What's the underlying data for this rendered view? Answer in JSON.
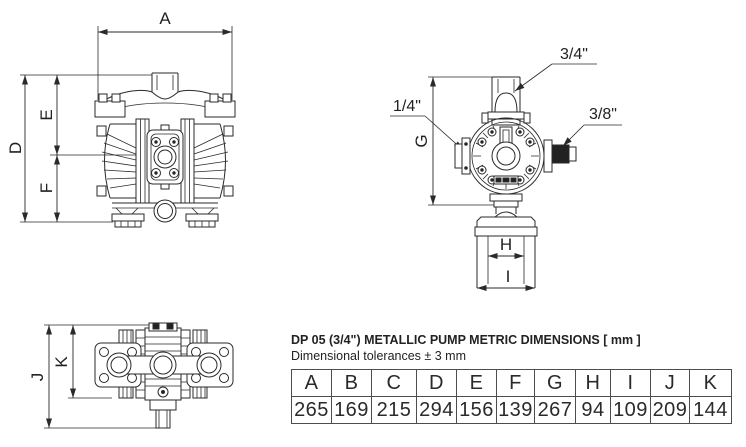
{
  "colors": {
    "line": "#2a2a2a",
    "text": "#222222",
    "background": "#ffffff"
  },
  "front_view": {
    "dim_width": "A",
    "dim_overall_height": "D",
    "dim_upper_height": "E",
    "dim_lower_height": "F"
  },
  "side_view": {
    "dim_height": "G",
    "dim_base_inner": "H",
    "dim_base_outer": "I",
    "port_top": "3/4\"",
    "port_left": "1/4\"",
    "port_right": "3/8\""
  },
  "top_view": {
    "dim_overall_length": "J",
    "dim_body_length": "K"
  },
  "spec": {
    "title": "DP 05 (3/4\") METALLIC PUMP METRIC DIMENSIONS [ mm ]",
    "tolerance_note": "Dimensional tolerances ± 3 mm",
    "table": {
      "headers": [
        "A",
        "B",
        "C",
        "D",
        "E",
        "F",
        "G",
        "H",
        "I",
        "J",
        "K"
      ],
      "values": [
        "265",
        "169",
        "215",
        "294",
        "156",
        "139",
        "267",
        "94",
        "109",
        "209",
        "144"
      ]
    }
  }
}
